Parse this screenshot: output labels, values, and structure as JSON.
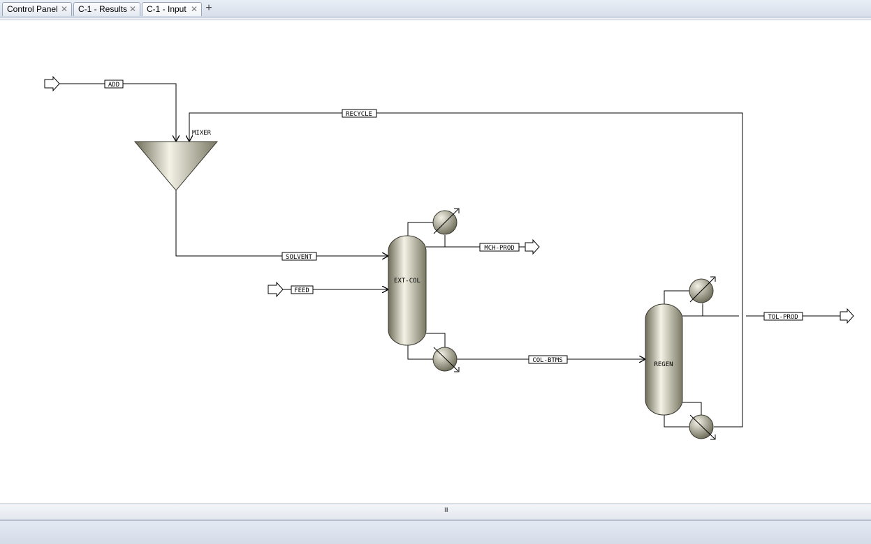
{
  "tabs": [
    {
      "label": "Control Panel"
    },
    {
      "label": "C-1 - Results"
    },
    {
      "label": "C-1 - Input"
    }
  ],
  "tab_close_glyph": "✕",
  "add_tab_glyph": "+",
  "splitter_grip": "III",
  "flowsheet": {
    "blocks": {
      "mixer": "MIXER",
      "ext_col": "EXT-COL",
      "regen": "REGEN"
    },
    "streams": {
      "add": "ADD",
      "recycle": "RECYCLE",
      "solvent": "SOLVENT",
      "feed": "FEED",
      "mch_prod": "MCH-PROD",
      "col_btms": "COL-BTMS",
      "tol_prod": "TOL-PROD"
    }
  },
  "colors": {
    "unit_light": "#f1f0e4",
    "unit_dark": "#6e6c58",
    "line": "#000000"
  }
}
